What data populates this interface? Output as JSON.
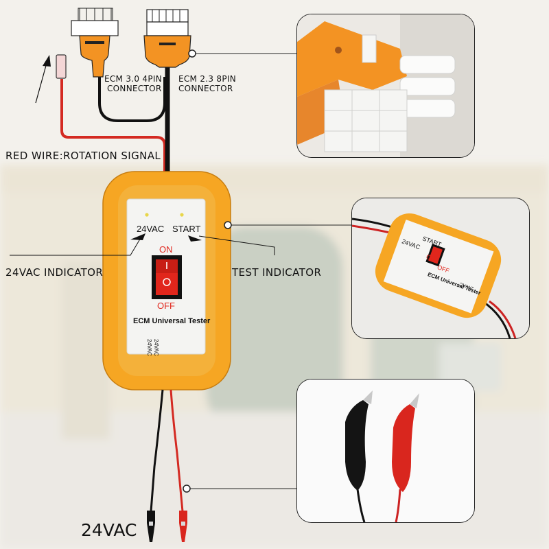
{
  "labels": {
    "ecm30": "ECM 3.0 4PIN",
    "ecm30_sub": "CONNECTOR",
    "ecm23": "ECM 2.3 8PIN",
    "ecm23_sub": "CONNECTOR",
    "red_wire": "RED WIRE:ROTATION SIGNAL",
    "indicator_24vac": "24VAC INDICATOR",
    "test_indicator": "TEST INDICATOR",
    "bottom_24vac": "24VAC"
  },
  "device": {
    "led_left": "24VAC",
    "led_right": "START",
    "switch_on": "ON",
    "switch_off": "OFF",
    "title": "ECM Universal Tester",
    "vert_line1": "24VAC",
    "vert_line2": "24VAC"
  },
  "photo_device": {
    "led_left": "24VAC",
    "led_right": "START",
    "switch_on": "ON",
    "switch_off": "OFF",
    "title": "ECM Universal Tester",
    "rot_text": "24VAC"
  },
  "colors": {
    "body_orange": "#F6A623",
    "connector_orange": "#F39323",
    "switch_red": "#E1261C",
    "clip_red": "#D9261E"
  }
}
